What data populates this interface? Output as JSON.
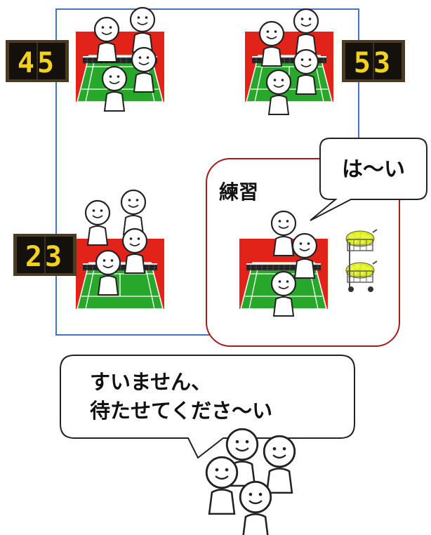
{
  "scoreboards": [
    {
      "value": "45"
    },
    {
      "value": "53"
    },
    {
      "value": "23"
    }
  ],
  "practice_label": "練習",
  "bubble_small": "は〜い",
  "bubble_big": {
    "line1": "すいません、",
    "line2": "待たせてくださ〜い"
  },
  "colors": {
    "frame_blue": "#4472c4",
    "practice_red": "#a51c1c",
    "court_red": "#e2231a",
    "court_green": "#28a82a",
    "score_yellow": "#f3d21f"
  }
}
